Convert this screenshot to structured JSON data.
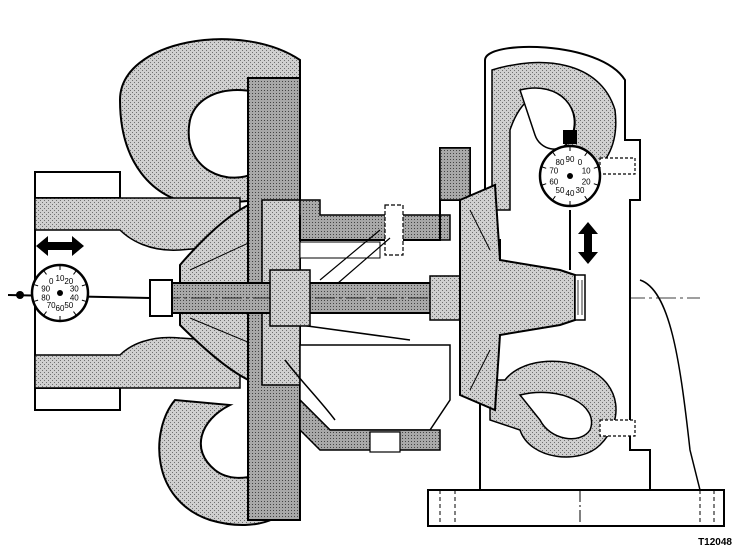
{
  "figure": {
    "id_label": "T12048",
    "subject": "turbocharger cross-section with dial indicators",
    "colors": {
      "stipple": "#bdbdbd",
      "stipple_dark": "#9a9a9a",
      "outline": "#000000",
      "background": "#ffffff"
    }
  },
  "dial_indicators": [
    {
      "name": "axial-play-dial",
      "scale_labels": [
        "10",
        "20",
        "30",
        "40",
        "50",
        "60",
        "70",
        "80",
        "90",
        "0"
      ]
    },
    {
      "name": "radial-play-dial",
      "scale_labels": [
        "90",
        "0",
        "10",
        "20",
        "30",
        "40",
        "50",
        "60",
        "70",
        "80"
      ]
    }
  ],
  "arrows": [
    {
      "name": "axial-direction-arrow",
      "orientation": "horizontal"
    },
    {
      "name": "radial-direction-arrow",
      "orientation": "vertical"
    }
  ]
}
